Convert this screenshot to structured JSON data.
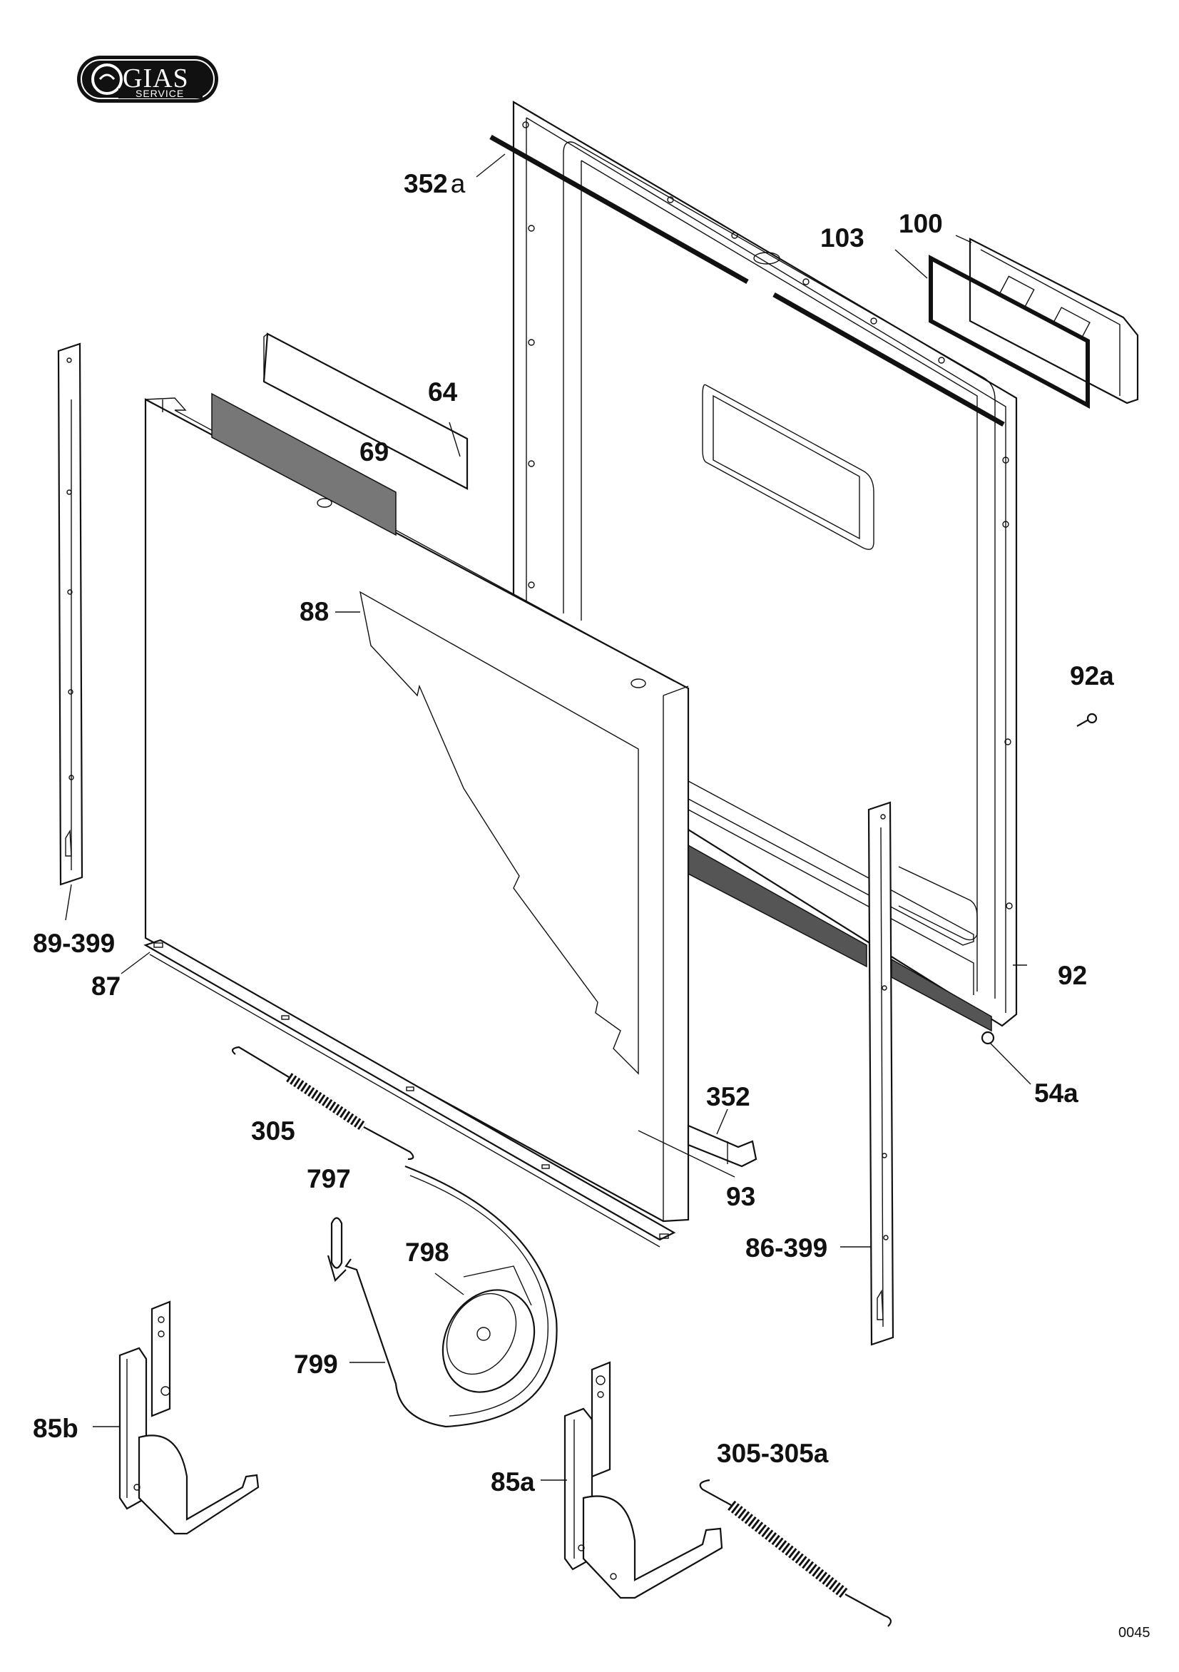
{
  "logo": {
    "brand": "GIAS",
    "tagline": "SERVICE"
  },
  "drawing_code": "0045",
  "labels": {
    "p352a": "352",
    "p352a_suffix": "a",
    "p103": "103",
    "p100": "100",
    "p64": "64",
    "p69": "69",
    "p88": "88",
    "p92a": "92a",
    "p89_399": "89-399",
    "p87": "87",
    "p92": "92",
    "p54a": "54a",
    "p352": "352",
    "p305": "305",
    "p93": "93",
    "p797": "797",
    "p798": "798",
    "p86_399": "86-399",
    "p799": "799",
    "p85b": "85b",
    "p305_305a": "305-305a",
    "p85a": "85a"
  }
}
